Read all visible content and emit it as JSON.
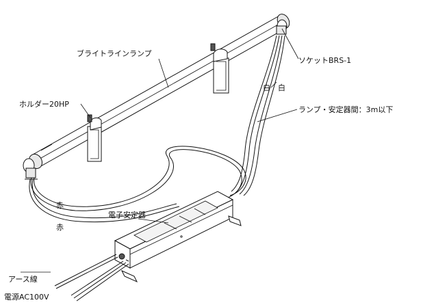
{
  "labels": {
    "lamp": "ブライトラインランプ",
    "socket": "ソケットBRS-1",
    "holder": "ホルダー20HP",
    "white_left": "白",
    "white_right": "白",
    "cable_length": "ランプ・安定器間：3m以下",
    "red_upper": "赤",
    "red_lower": "赤",
    "ballast": "電子安定器",
    "ground_wire": "アース線",
    "power": "電源AC100V"
  }
}
